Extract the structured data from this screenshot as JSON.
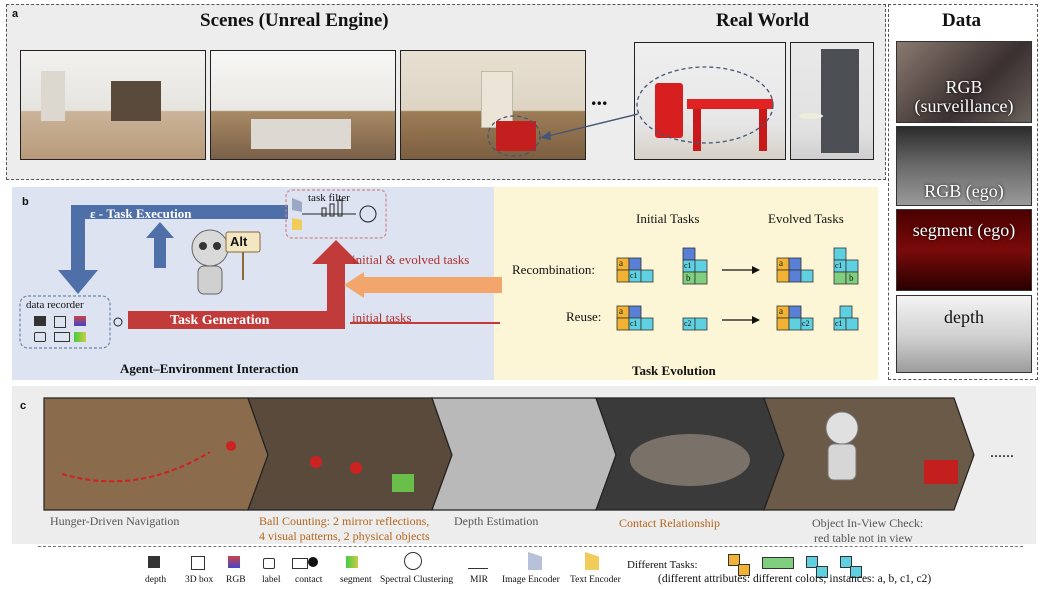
{
  "panel_a": {
    "label": "a",
    "scenes_title": "Scenes (Unreal Engine)",
    "real_title": "Real World",
    "data_title": "Data",
    "ellipsis": "..."
  },
  "data_tiles": [
    "RGB (surveillance)",
    "RGB (ego)",
    "segment (ego)",
    "depth"
  ],
  "panel_b": {
    "label": "b",
    "task_execution": "ε - Task Execution",
    "task_filter": "task filter",
    "alt": "Alt",
    "data_recorder": "data recorder",
    "task_generation": "Task Generation",
    "initial_evolved": "initial & evolved tasks",
    "initial": "initial tasks",
    "interaction": "Agent–Environment Interaction",
    "initial_tasks": "Initial Tasks",
    "evolved_tasks": "Evolved Tasks",
    "recombination": "Recombination:",
    "reuse": "Reuse:",
    "evolution": "Task Evolution"
  },
  "panel_c": {
    "label": "c",
    "ellipsis": "......",
    "captions": [
      "Hunger-Driven Navigation",
      "Ball Counting: 2 mirror reflections,",
      "4 visual patterns, 2 physical objects",
      "Depth Estimation",
      "Contact Relationship",
      "Object In-View Check:",
      "red table not in view"
    ]
  },
  "legend": {
    "items": [
      "depth",
      "3D box",
      "RGB",
      "label",
      "contact",
      "segment",
      "Spectral Clustering",
      "MIR",
      "Image Encoder",
      "Text Encoder"
    ],
    "different_tasks": "Different Tasks:",
    "note": "(different attributes: different colors; instances: a, b,  c1, c2)"
  },
  "blocks": {
    "a": "a",
    "b": "b",
    "c1": "c1",
    "c2": "c2"
  },
  "colors": {
    "blue_arrow": "#4f6fa8",
    "red_arrow": "#c23b3b",
    "orange_arrow": "#f3a66b",
    "block_orange": "#f2b233",
    "block_blue": "#5a7fd6",
    "block_cyan": "#5fd0e0",
    "block_green": "#7fcf7f",
    "caption_orange": "#b5651d",
    "caption_gray": "#555555"
  }
}
